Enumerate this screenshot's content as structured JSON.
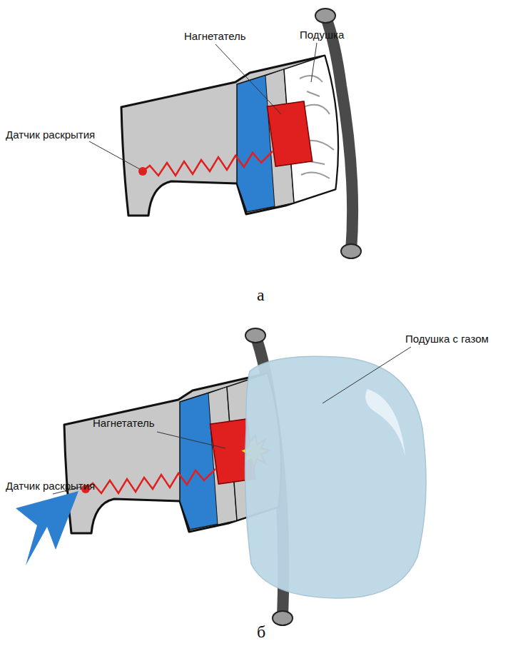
{
  "diagram": {
    "labels": [
      "Нагнетатель",
      "Подушка",
      "Датчик раскрытия",
      "а",
      "Подушка с газом",
      "Нагнетатель",
      "Датчик раскрытия",
      "б"
    ]
  }
}
